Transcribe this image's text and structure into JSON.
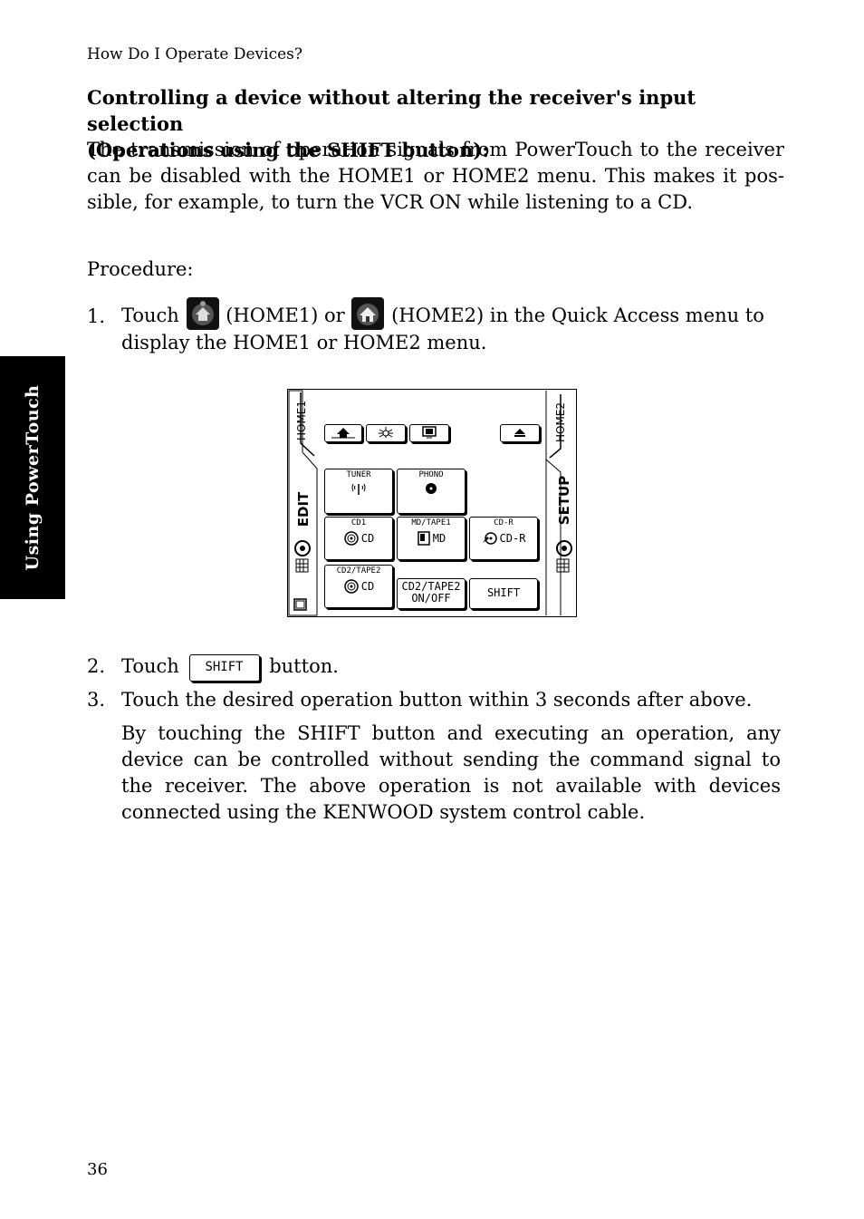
{
  "header": "How Do I Operate Devices?",
  "side_tab": "Using PowerTouch",
  "heading": {
    "line1": "Controlling  a device without altering the receiver's input selection",
    "line2": "(Operations using the SHIFT button):"
  },
  "intro": "The transmission of operation signals from PowerTouch to the receiver can be disabled with the HOME1 or HOME2 menu. This makes it pos-sible, for example, to turn the VCR ON while listening to a CD.",
  "procedure_label": "Procedure:",
  "steps": [
    {
      "num": "1.",
      "part_a": "Touch",
      "part_b": "(HOME1) or",
      "part_c": "(HOME2) in the Quick Access menu to",
      "part_d": "display the HOME1 or HOME2 menu."
    },
    {
      "num": "2.",
      "part_a": "Touch",
      "button_label": "SHIFT",
      "part_b": "button."
    },
    {
      "num": "3.",
      "text": "Touch the desired operation button within 3 seconds after above."
    }
  ],
  "explanation": "By touching the SHIFT button and executing an operation, any device can be controlled without sending the command signal to the receiver. The above operation is not available with devices connected using the KENWOOD system control cable.",
  "screen": {
    "tab_home1": "HOME1",
    "tab_home2": "HOME2",
    "edit_label": "EDIT",
    "setup_label": "SETUP",
    "buttons": {
      "tuner": "TUNER",
      "phono": "PHONO",
      "cd1": "CD1",
      "cd1_sub": "CD",
      "md_tape1": "MD/TAPE1",
      "md_sub": "MD",
      "cdr": "CD-R",
      "cdr_sub": "CD-R",
      "cd2_tape2": "CD2/TAPE2",
      "cd2_sub": "CD",
      "cd2_onoff_line1": "CD2/TAPE2",
      "cd2_onoff_line2": "ON/OFF",
      "shift": "SHIFT"
    }
  },
  "page_number": "36"
}
